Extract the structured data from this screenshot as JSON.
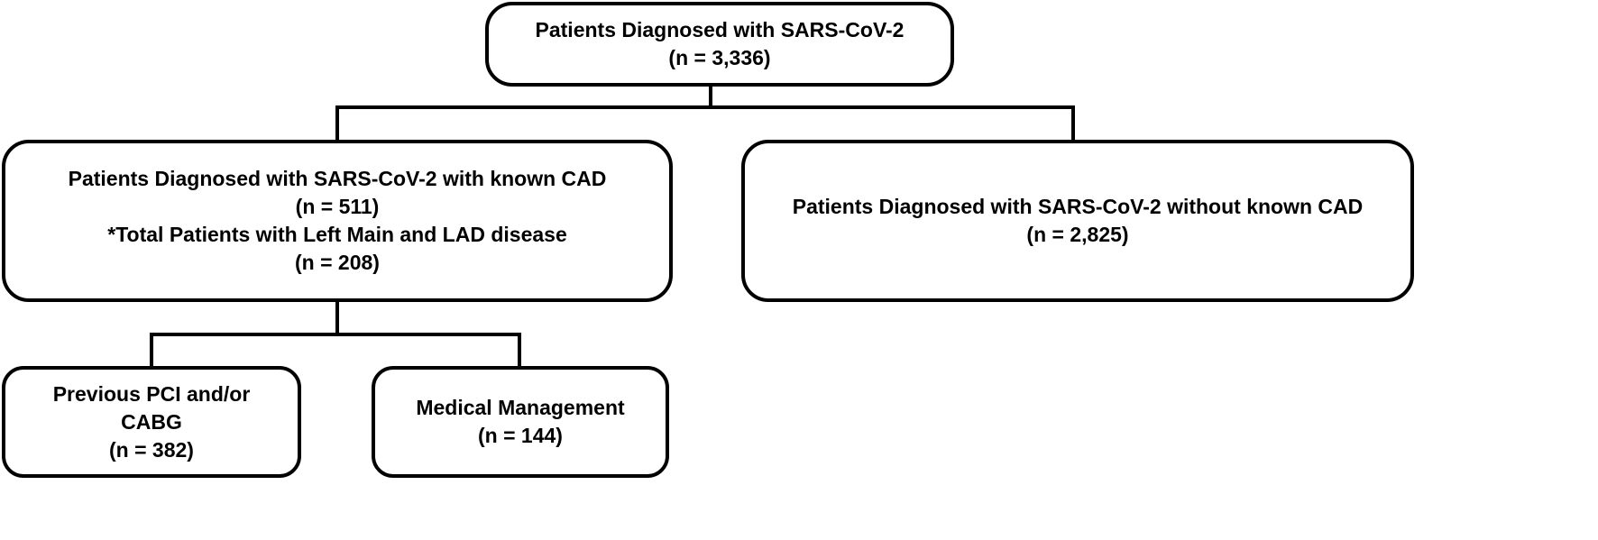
{
  "diagram": {
    "root": {
      "title": "Patients Diagnosed with SARS-CoV-2",
      "count": "(n = 3,336)"
    },
    "with_cad": {
      "title": "Patients Diagnosed with SARS-CoV-2 with known CAD",
      "count": "(n = 511)",
      "subtitle": "*Total Patients with Left Main and LAD disease",
      "subcount": "(n = 208)"
    },
    "without_cad": {
      "title": "Patients Diagnosed with SARS-CoV-2 without known CAD",
      "count": "(n = 2,825)"
    },
    "previous_pci": {
      "title_line1": "Previous PCI and/or",
      "title_line2": "CABG",
      "count": "(n = 382)"
    },
    "medical_management": {
      "title": "Medical Management",
      "count": "(n = 144)"
    }
  }
}
